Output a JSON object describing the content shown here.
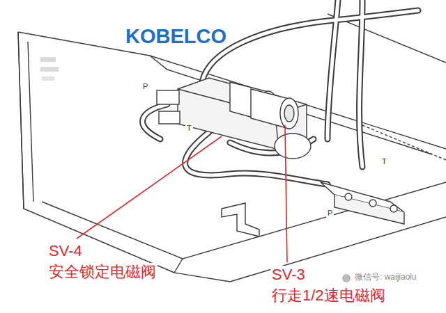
{
  "diagram": {
    "labels": [
      "KOBELCO",
      "P",
      "T",
      "T",
      "P",
      "SV-4",
      "安全锁定电磁阀",
      "SV-3",
      "行走1/2速电磁阀",
      "微信号: waijiaolu"
    ]
  }
}
